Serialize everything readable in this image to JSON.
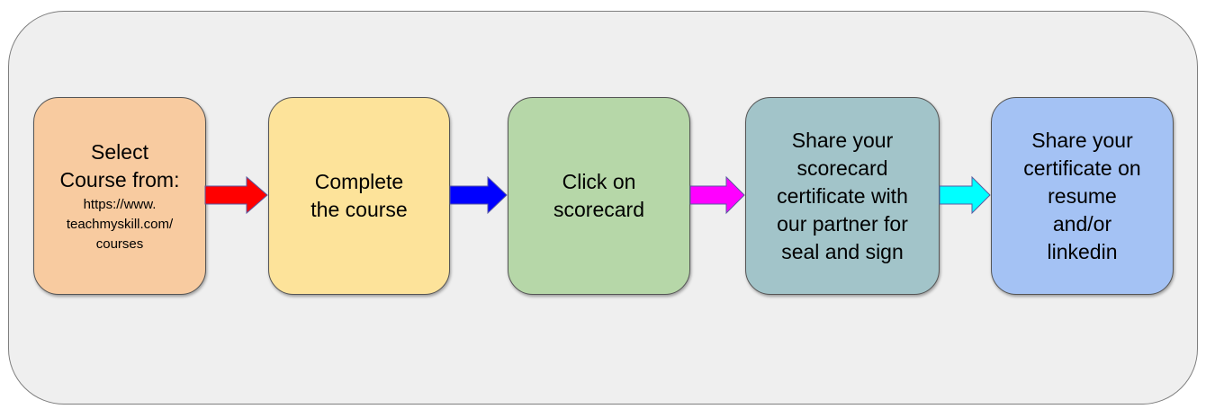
{
  "colors": {
    "background": "#efefef",
    "frame_border": "#7f7f7f",
    "step_border": "#555555"
  },
  "steps": [
    {
      "title_lines": [
        "Select",
        "Course from:"
      ],
      "sub_lines": [
        "https://www.",
        "teachmyskill.com/",
        "courses"
      ],
      "fill": "#f8cba0"
    },
    {
      "title_lines": [
        "Complete",
        "the course"
      ],
      "sub_lines": [],
      "fill": "#fde39a"
    },
    {
      "title_lines": [
        "Click on",
        "scorecard"
      ],
      "sub_lines": [],
      "fill": "#b6d7a8"
    },
    {
      "title_lines": [
        "Share your",
        "scorecard",
        "certificate with",
        "our partner for",
        "seal and sign"
      ],
      "sub_lines": [],
      "fill": "#a2c4c9"
    },
    {
      "title_lines": [
        "Share your",
        "certificate on",
        "resume",
        "and/or",
        "linkedin"
      ],
      "sub_lines": [],
      "fill": "#a4c2f4"
    }
  ],
  "arrows": [
    {
      "from": 0,
      "to": 1,
      "color": "#ff0000",
      "icon": "right-arrow-icon"
    },
    {
      "from": 1,
      "to": 2,
      "color": "#0000ff",
      "icon": "right-arrow-icon"
    },
    {
      "from": 2,
      "to": 3,
      "color": "#ff00ff",
      "icon": "right-arrow-icon"
    },
    {
      "from": 3,
      "to": 4,
      "color": "#00ffff",
      "icon": "right-arrow-icon"
    }
  ]
}
